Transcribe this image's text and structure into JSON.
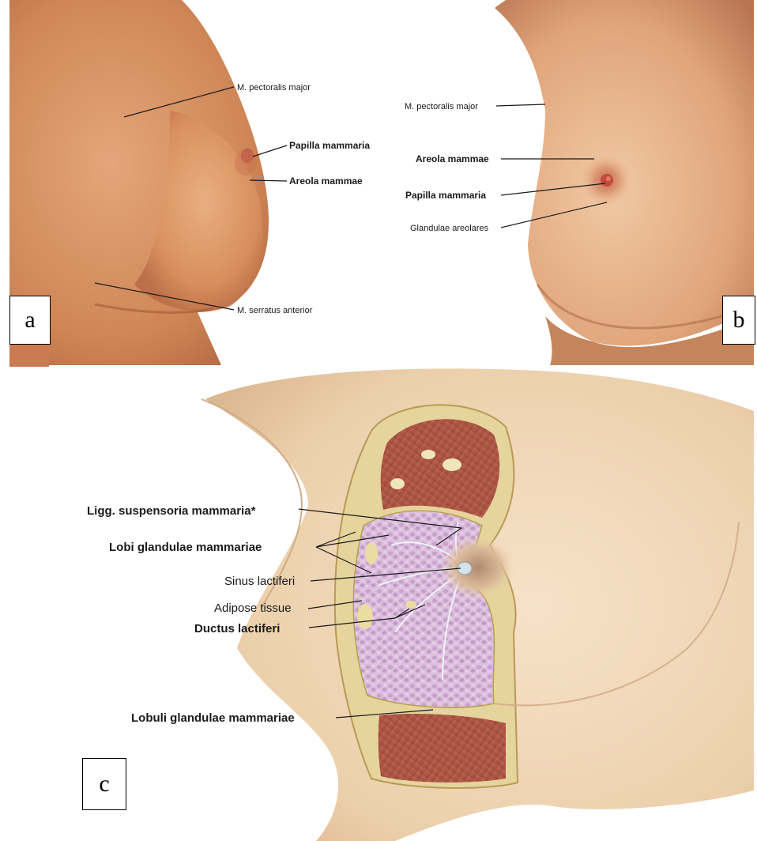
{
  "panels": {
    "a": {
      "letter": "a",
      "labels": {
        "pectoralis": "M. pectoralis major",
        "papilla": "Papilla mammaria",
        "areola": "Areola mammae",
        "serratus": "M. serratus anterior"
      }
    },
    "b": {
      "letter": "b",
      "labels": {
        "pectoralis": "M. pectoralis major",
        "areola": "Areola mammae",
        "papilla": "Papilla mammaria",
        "glandulae": "Glandulae areolares"
      }
    },
    "c": {
      "letter": "c",
      "labels": {
        "ligg": "Ligg. suspensoria mammaria*",
        "lobi": "Lobi glandulae mammariae",
        "sinus": "Sinus lactiferi",
        "adipose": "Adipose tissue",
        "ductus": "Ductus lactiferi",
        "lobuli": "Lobuli glandulae mammariae"
      }
    }
  },
  "colors": {
    "skin_light": "#f2d6b8",
    "skin_mid": "#d99a6c",
    "skin_dark": "#b86a44",
    "muscle": "#b35a4a",
    "gland": "#d8b8d8",
    "fat": "#e8dca0"
  }
}
